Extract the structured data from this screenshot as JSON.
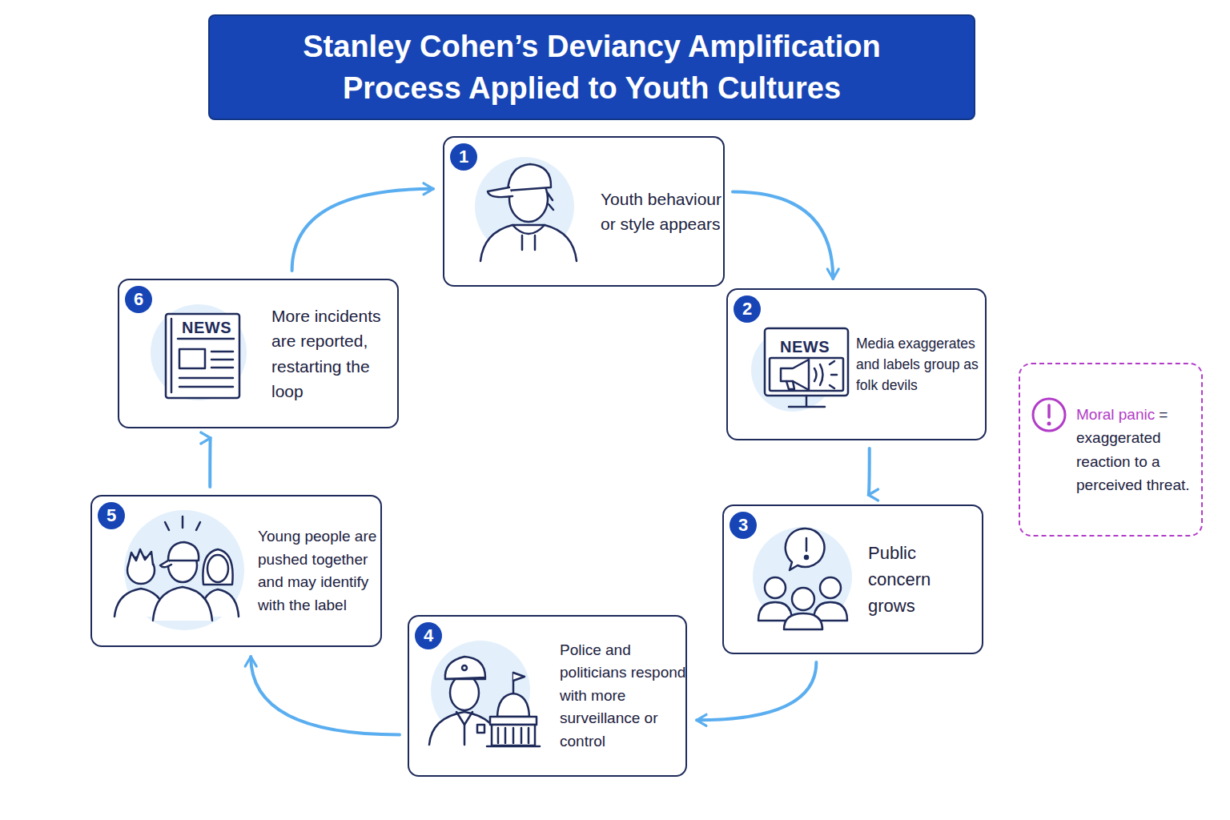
{
  "diagram": {
    "title": "Stanley Cohen’s Deviancy Amplification Process Applied to Youth Cultures",
    "nodes": [
      {
        "text": [
          "1",
          "Youth behaviour or style appears"
        ]
      },
      {
        "text": [
          "2",
          "Media exaggerates and labels group as folk devils"
        ]
      },
      {
        "text": [
          "3",
          "Public concern grows"
        ]
      },
      {
        "text": [
          "4",
          "Police and politicians respond with more surveillance or control"
        ]
      },
      {
        "text": [
          "5",
          "Young people are pushed together and may identify with the label"
        ]
      },
      {
        "text": [
          "6",
          "More incidents are reported, restarting the loop"
        ]
      },
      {
        "text": [
          "Moral panic",
          "= exaggerated reaction to a perceived threat."
        ]
      }
    ],
    "edges": [
      {
        "from": 0,
        "to": 1,
        "arrow": "to"
      },
      {
        "from": 1,
        "to": 2,
        "arrow": "to"
      },
      {
        "from": 2,
        "to": 3,
        "arrow": "to"
      },
      {
        "from": 3,
        "to": 4,
        "arrow": "to"
      },
      {
        "from": 4,
        "to": 5,
        "arrow": "to"
      },
      {
        "from": 5,
        "to": 0,
        "arrow": "to"
      }
    ],
    "labels": [
      "NEWS",
      "NEWS"
    ]
  }
}
